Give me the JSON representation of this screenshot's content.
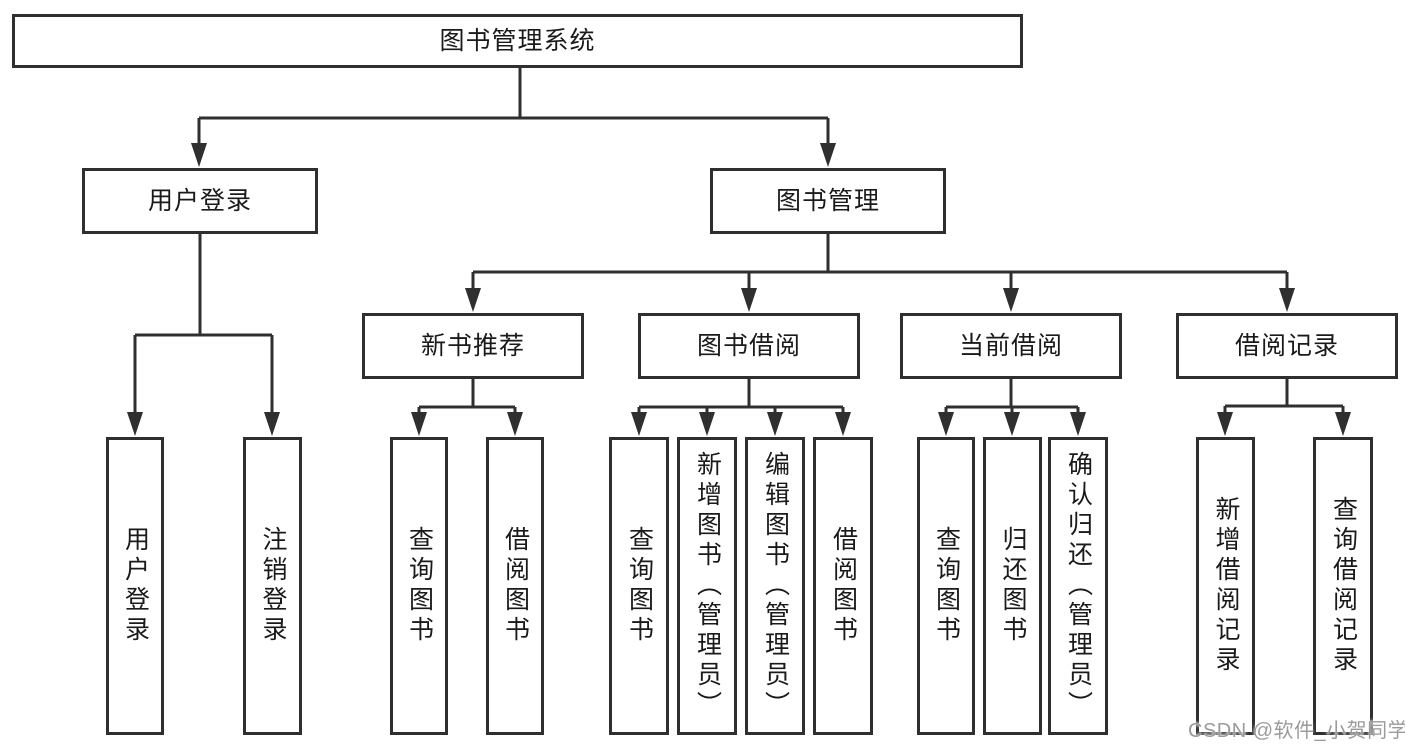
{
  "colors": {
    "line": "#2f2f2f",
    "text": "#1a1a1a",
    "box_background": "#ffffff",
    "page_background": "#ffffff",
    "watermark": "#9b9b9b"
  },
  "watermark": "CSDN @软件_小贺同学",
  "tree": {
    "root": "图书管理系统",
    "branches": [
      {
        "label": "用户登录",
        "children": [
          "用户登录",
          "注销登录"
        ]
      },
      {
        "label": "图书管理",
        "groups": [
          {
            "label": "新书推荐",
            "children": [
              "查询图书",
              "借阅图书"
            ]
          },
          {
            "label": "图书借阅",
            "children": [
              "查询图书",
              "新增图书（管理员）",
              "编辑图书（管理员）",
              "借阅图书"
            ]
          },
          {
            "label": "当前借阅",
            "children": [
              "查询图书",
              "归还图书",
              "确认归还（管理员）"
            ]
          },
          {
            "label": "借阅记录",
            "children": [
              "新增借阅记录",
              "查询借阅记录"
            ]
          }
        ]
      }
    ]
  }
}
